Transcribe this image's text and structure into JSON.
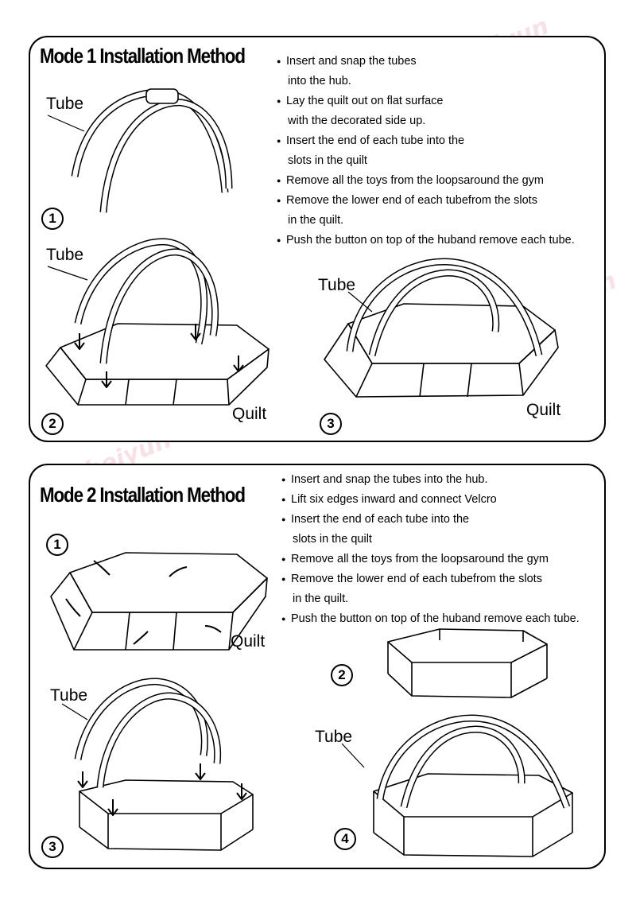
{
  "watermark": "Ubeiyun",
  "mode1": {
    "title": "Mode 1 Installation Method",
    "steps": [
      [
        "Insert and snap the tubes",
        "into the hub."
      ],
      [
        "Lay the quilt out on flat surface",
        "with the decorated side up."
      ],
      [
        "Insert the end of each tube into the",
        "slots in the quilt"
      ],
      [
        "Remove all the toys from the loopsaround the gym"
      ],
      [
        "Remove the lower end of each tubefrom the slots",
        "in the quilt."
      ],
      [
        "Push the button on top of the huband remove each tube."
      ]
    ],
    "labels": {
      "tube_a": "Tube",
      "tube_b": "Tube",
      "tube_c": "Tube",
      "quilt_a": "Quilt",
      "quilt_b": "Quilt"
    },
    "nums": {
      "one": "1",
      "two": "2",
      "three": "3"
    }
  },
  "mode2": {
    "title": "Mode 2 Installation Method",
    "steps": [
      [
        "Insert and snap the tubes into the hub."
      ],
      [
        "Lift six edges inward and connect Velcro"
      ],
      [
        "Insert the end of each tube into the",
        "slots in the quilt"
      ],
      [
        "Remove all the toys from the loopsaround the gym"
      ],
      [
        "Remove the lower end of each tubefrom the slots",
        "in the quilt."
      ],
      [
        "Push the button on top of the huband remove each tube."
      ]
    ],
    "labels": {
      "quilt": "Quilt",
      "tube_a": "Tube",
      "tube_b": "Tube"
    },
    "nums": {
      "one": "1",
      "two": "2",
      "three": "3",
      "four": "4"
    }
  }
}
